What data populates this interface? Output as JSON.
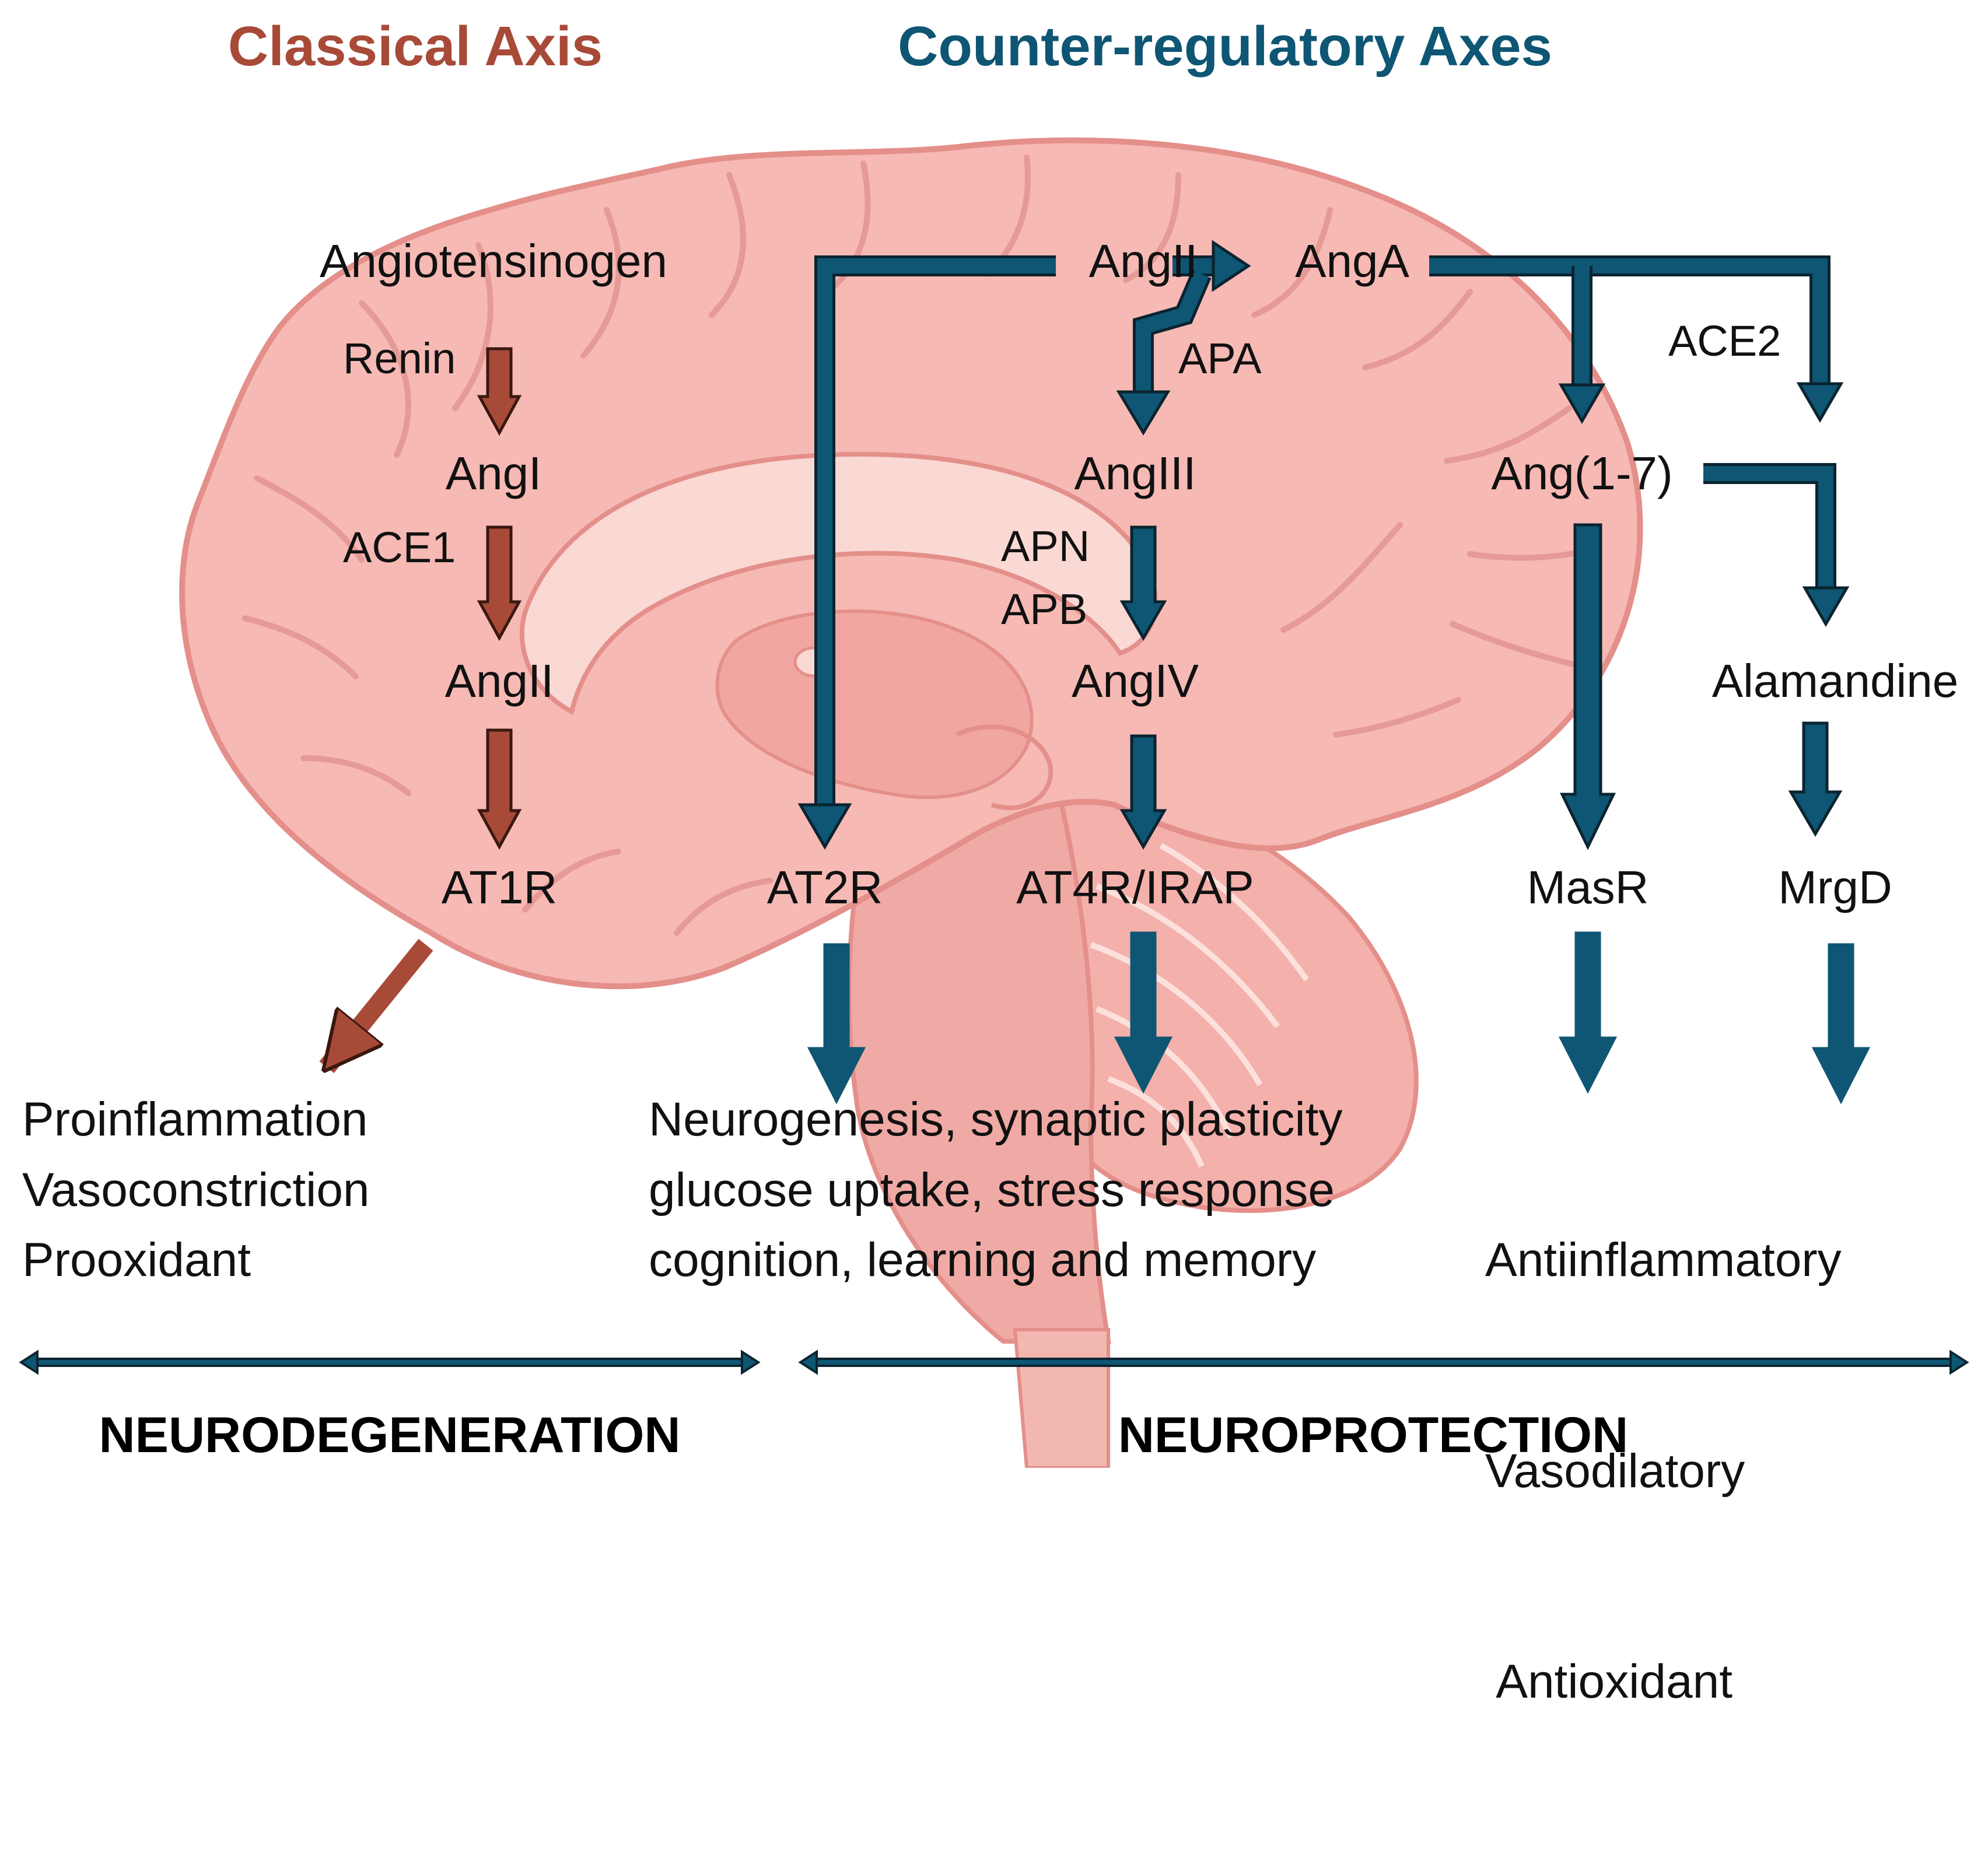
{
  "colors": {
    "classical": "#a84a38",
    "counter": "#0e5673",
    "brain_fill": "#f6b9b4",
    "brain_stroke": "#e48f8a",
    "brain_light": "#fad8d4"
  },
  "headers": {
    "classical": "Classical Axis",
    "counter": "Counter-regulatory Axes"
  },
  "nodes": {
    "angiotensinogen": "Angiotensinogen",
    "angi": "AngI",
    "angii_left": "AngII",
    "at1r": "AT1R",
    "at2r": "AT2R",
    "angii_top": "AngII",
    "anga": "AngA",
    "angiii": "AngIII",
    "angiv": "AngIV",
    "at4r": "AT4R/IRAP",
    "ang17": "Ang(1-7)",
    "alamandine": "Alamandine",
    "masr": "MasR",
    "mrgd": "MrgD"
  },
  "enzymes": {
    "renin": "Renin",
    "ace1": "ACE1",
    "apa": "APA",
    "apn": "APN",
    "apb": "APB",
    "ace2": "ACE2"
  },
  "effects": {
    "classical": [
      "Proinflammation",
      "Vasoconstriction",
      "Prooxidant"
    ],
    "central": [
      "Neurogenesis, synaptic plasticity",
      "glucose uptake, stress response",
      "cognition, learning and memory"
    ],
    "right": [
      "Antiinflammatory",
      "Vasodilatory",
      " Antioxidant"
    ]
  },
  "bottom": {
    "neurodegeneration": "NEURODEGENERATION",
    "neuroprotection": "NEUROPROTECTION"
  },
  "icons": {
    "brain": "brain-sagittal-icon",
    "double_arrow": "double-headed-arrow-icon"
  }
}
